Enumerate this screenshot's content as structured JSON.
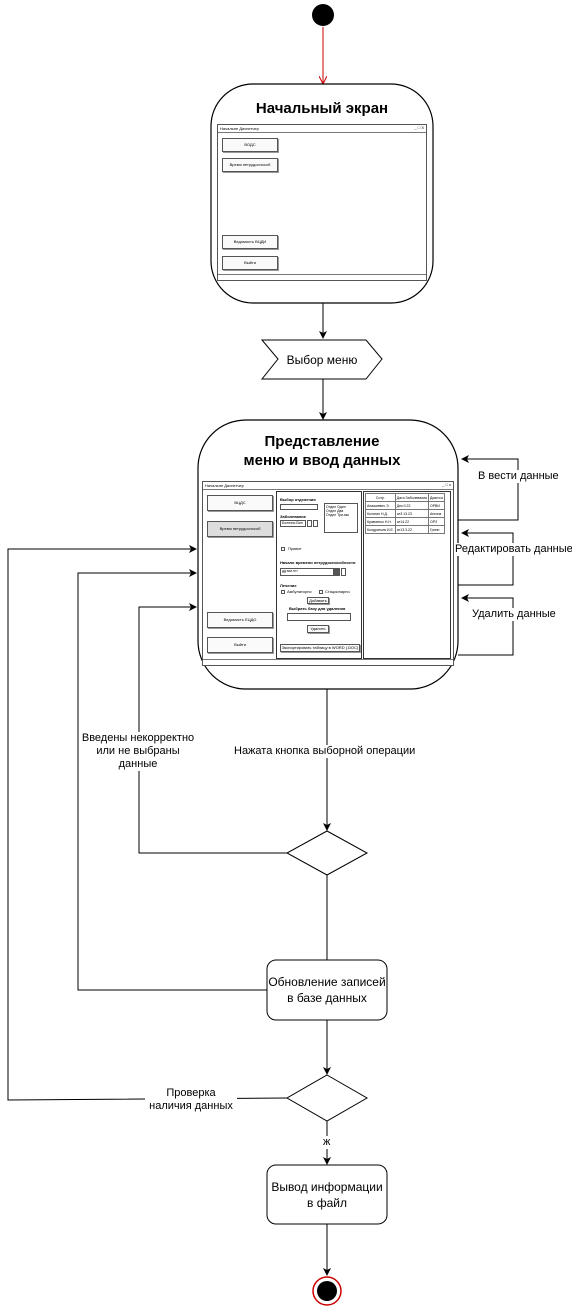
{
  "diagram": {
    "start_screen": {
      "title": "Начальный экран",
      "window_title": "Начальне Диспетчер",
      "window_controls": "_ □ X",
      "buttons": [
        "ВОДС",
        "Время нетрудоспособ",
        "Ведомость ВЦДИ",
        "Выйти"
      ]
    },
    "menu_choice": {
      "label": "Выбор меню"
    },
    "data_entry": {
      "title_line1": "Представление",
      "title_line2": "меню и ввод данных",
      "window_title": "Начальне Диспетчер",
      "window_controls": "_ □ x",
      "left_buttons": [
        "ВЦДС",
        "Время нетрудоспособ",
        "Ведомость ЕЦДО",
        "Выйти"
      ],
      "form": {
        "dept_label": "Выбор отделения",
        "list_items": [
          "Отдел Один",
          "Отдел Два",
          "Отдел Три-мы"
        ],
        "disease_label": "Заболевание",
        "disease_value": "Болезнь Вин",
        "checkbox_label": "Привит",
        "time_label": "Начало времени нетрудоспособности",
        "time_value": "дд.мм.гггг",
        "reason_label": "Лечение",
        "option_a": "Амбулаторно",
        "option_b": "Стационарно",
        "add_button": "Добавить",
        "delete_label": "Выбрать базу для удаления",
        "delete_button": "Удалить",
        "export_button": "Экспортировать таблицу в WORD (.DOC)"
      },
      "table": {
        "headers": [
          "Сотр.",
          "Дата Заболевания",
          "Диагноз"
        ],
        "rows": [
          [
            "Анашкевич Э.",
            "Дек.0.22",
            "ОРВИ"
          ],
          [
            "Колягин Н.Д.",
            "ат3.13.23",
            "Ангина"
          ],
          [
            "Кравченко Н.Н.",
            "ат14.22",
            "ОРЗ"
          ],
          [
            "Кондратьев И.Е.",
            "ат13.3.22",
            "Грипп"
          ]
        ]
      }
    },
    "loop_labels": {
      "enter": "В вести данные",
      "edit": "Редактировать данные",
      "delete": "Удалить данные"
    },
    "edge_operation": "Нажата кнопка выборной операции",
    "edge_invalid": [
      "Введены некорректно",
      "или не выбраны",
      "данные"
    ],
    "update_node": [
      "Обновление записей",
      "в базе данных"
    ],
    "check_label": [
      "Проверка",
      "наличия данных"
    ],
    "guard_label": "ж",
    "output_node": [
      "Вывод информации",
      "в файл"
    ],
    "colors": {
      "line": "#000000",
      "first_edge": "#cc0000",
      "end_ring": "#cc0000",
      "node_fill": "#ffffff"
    }
  }
}
